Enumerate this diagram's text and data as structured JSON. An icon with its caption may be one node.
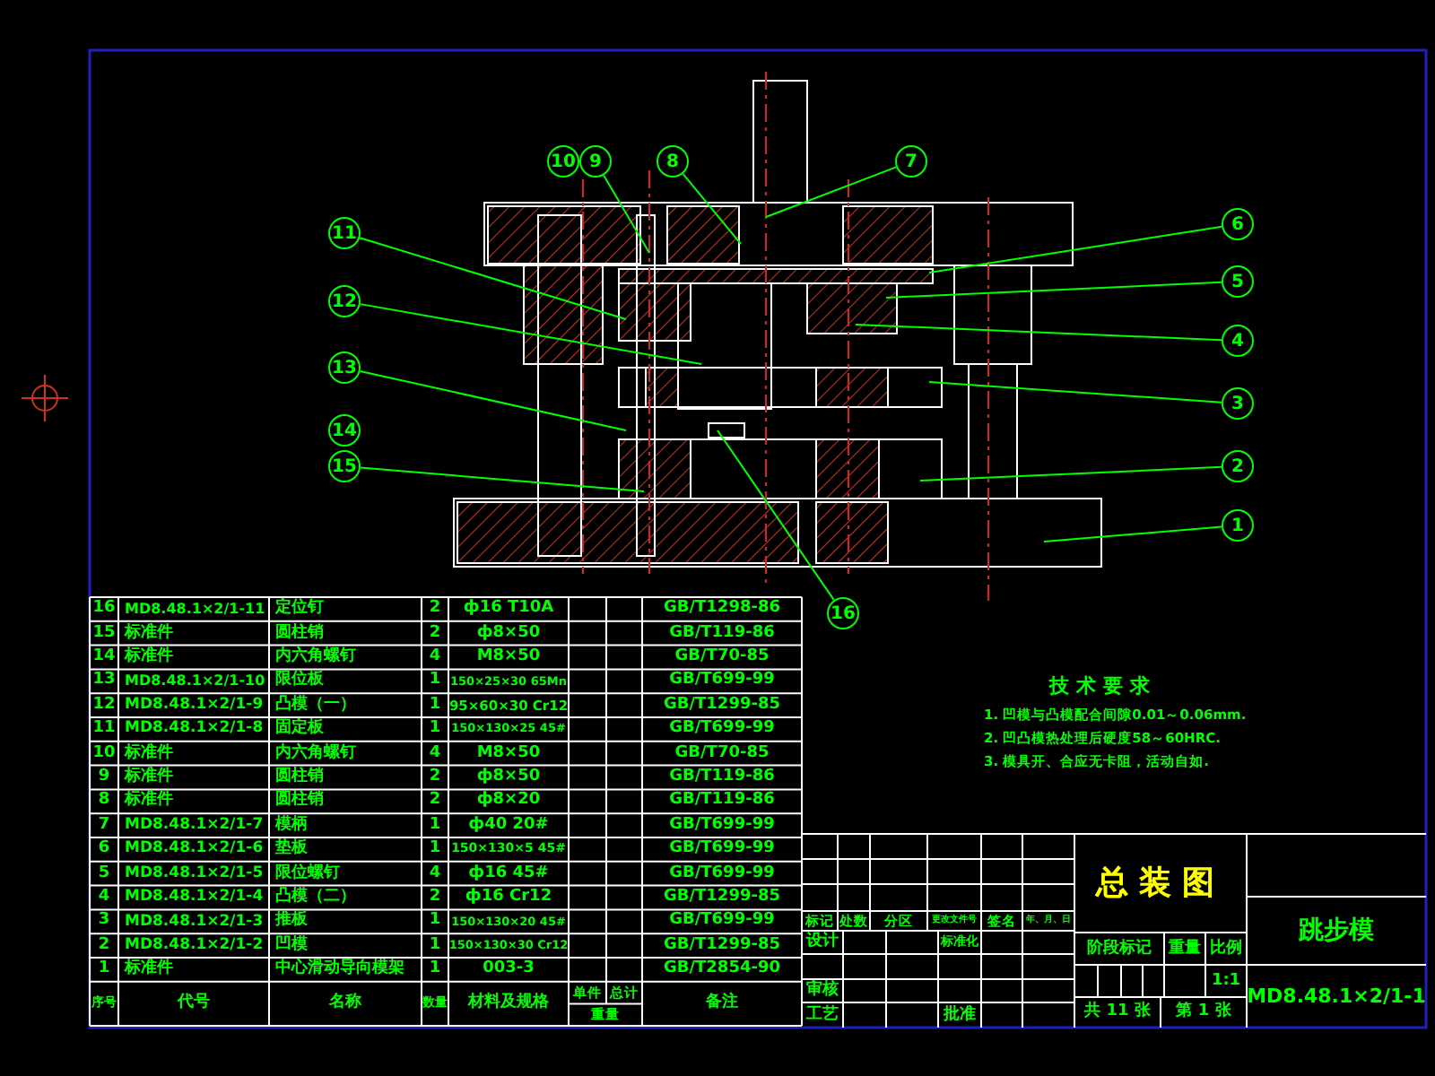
{
  "diagram": {
    "nodes": [
      {
        "text": [
          "1"
        ]
      },
      {
        "text": [
          "2"
        ]
      },
      {
        "text": [
          "3"
        ]
      },
      {
        "text": [
          "4"
        ]
      },
      {
        "text": [
          "5"
        ]
      },
      {
        "text": [
          "6"
        ]
      },
      {
        "text": [
          "7"
        ]
      },
      {
        "text": [
          "8"
        ]
      },
      {
        "text": [
          "9"
        ]
      },
      {
        "text": [
          "10"
        ]
      },
      {
        "text": [
          "11"
        ]
      },
      {
        "text": [
          "12"
        ]
      },
      {
        "text": [
          "13"
        ]
      },
      {
        "text": [
          "14"
        ]
      },
      {
        "text": [
          "15"
        ]
      },
      {
        "text": [
          "16"
        ]
      }
    ],
    "edges": [
      {
        "from": 0,
        "to": null,
        "arrow": "none"
      },
      {
        "from": 1,
        "to": null,
        "arrow": "none"
      },
      {
        "from": 2,
        "to": null,
        "arrow": "none"
      },
      {
        "from": 3,
        "to": null,
        "arrow": "none"
      },
      {
        "from": 4,
        "to": null,
        "arrow": "none"
      },
      {
        "from": 5,
        "to": null,
        "arrow": "none"
      },
      {
        "from": 6,
        "to": null,
        "arrow": "none"
      },
      {
        "from": 7,
        "to": null,
        "arrow": "none"
      },
      {
        "from": 8,
        "to": null,
        "arrow": "none"
      },
      {
        "from": 10,
        "to": null,
        "arrow": "none"
      },
      {
        "from": 11,
        "to": null,
        "arrow": "none"
      },
      {
        "from": 12,
        "to": null,
        "arrow": "none"
      },
      {
        "from": 14,
        "to": null,
        "arrow": "none"
      },
      {
        "from": 15,
        "to": null,
        "arrow": "none"
      }
    ],
    "labels": [
      "16",
      "MD8.48.1×2/1-11",
      "定位钉",
      "2",
      "ф16 T10A",
      "GB/T1298-86",
      "15",
      "标准件",
      "圆柱销",
      "2",
      "ф8×50",
      "GB/T119-86",
      "14",
      "标准件",
      "内六角螺钉",
      "4",
      "M8×50",
      "GB/T70-85",
      "13",
      "MD8.48.1×2/1-10",
      "限位板",
      "1",
      "150×25×30 65Mn",
      "GB/T699-99",
      "12",
      "MD8.48.1×2/1-9",
      "凸模（一）",
      "1",
      "95×60×30 Cr12",
      "GB/T1299-85",
      "11",
      "MD8.48.1×2/1-8",
      "固定板",
      "1",
      "150×130×25 45#",
      "GB/T699-99",
      "10",
      "标准件",
      "内六角螺钉",
      "4",
      "M8×50",
      "GB/T70-85",
      "9",
      "标准件",
      "圆柱销",
      "2",
      "ф8×50",
      "GB/T119-86",
      "8",
      "标准件",
      "圆柱销",
      "2",
      "ф8×20",
      "GB/T119-86",
      "7",
      "MD8.48.1×2/1-7",
      "模柄",
      "1",
      "ф40 20#",
      "GB/T699-99",
      "6",
      "MD8.48.1×2/1-6",
      "垫板",
      "1",
      "150×130×5 45#",
      "GB/T699-99",
      "5",
      "MD8.48.1×2/1-5",
      "限位螺钉",
      "4",
      "ф16 45#",
      "GB/T699-99",
      "4",
      "MD8.48.1×2/1-4",
      "凸模（二）",
      "2",
      "ф16 Cr12",
      "GB/T1299-85",
      "3",
      "MD8.48.1×2/1-3",
      "推板",
      "1",
      "150×130×20 45#",
      "GB/T699-99",
      "2",
      "MD8.48.1×2/1-2",
      "凹模",
      "1",
      "150×130×30 Cr12",
      "GB/T1299-85",
      "1",
      "标准件",
      "中心滑动导向模架",
      "1",
      "003-3",
      "GB/T2854-90",
      "序号",
      "代号",
      "名称",
      "数量",
      "材料及规格",
      "单件",
      "总计",
      "重量",
      "备注",
      "技术要求",
      "1. 凹模与凸模配合间隙0.01～0.06mm.",
      "2. 凹凸模热处理后硬度58～60HRC.",
      "3. 模具开、合应无卡阻，活动自如.",
      "标记",
      "处数",
      "分区",
      "更改文件号",
      "签名",
      "年、月、日",
      "设计",
      "标准化",
      "审核",
      "工艺",
      "批准",
      "总装图",
      "阶段标记",
      "重量",
      "比例",
      "1:1",
      "共 11 张",
      "第 1 张",
      "跳步模",
      "MD8.48.1×2/1-1"
    ]
  }
}
